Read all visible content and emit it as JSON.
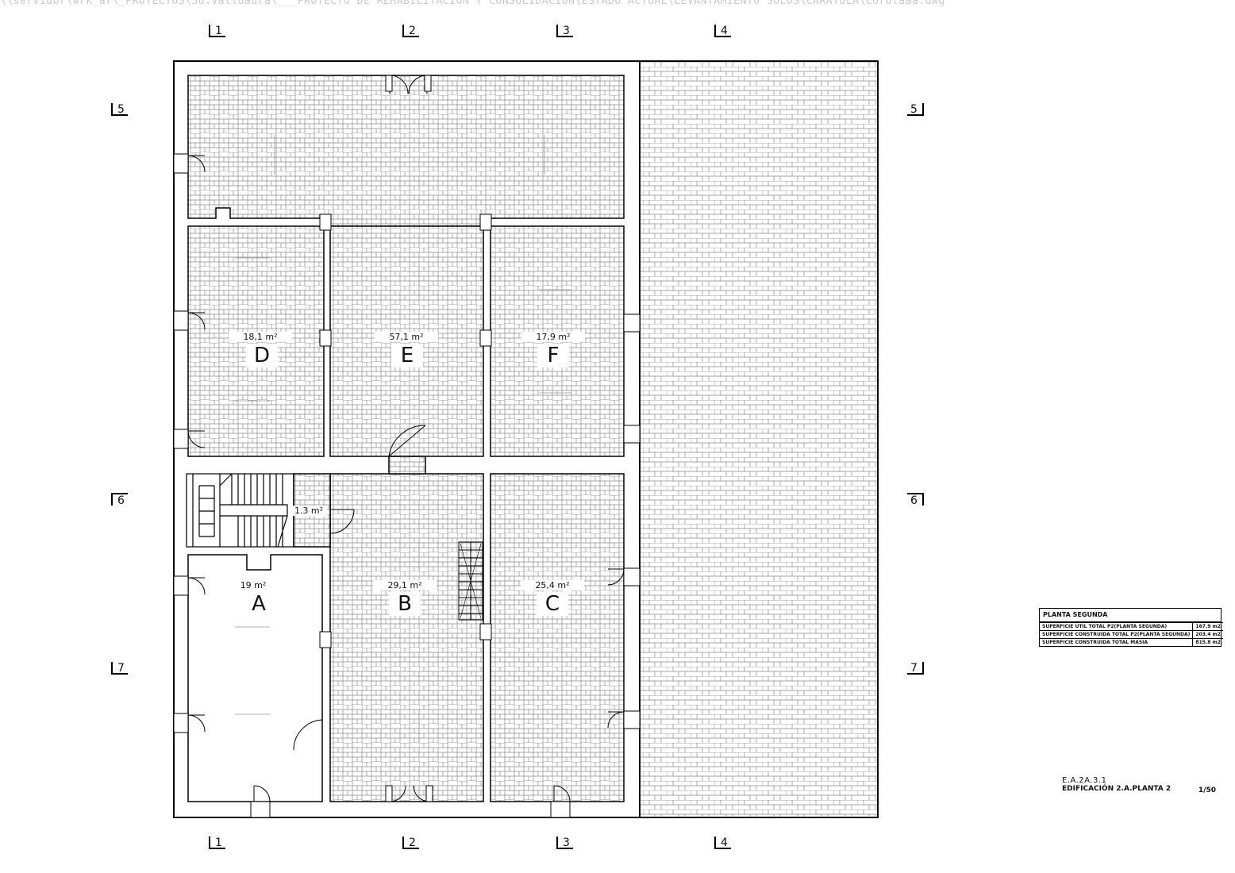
{
  "file_path": "\\\\servidor\\wrk_ar\\_PROYECTOS\\38.Valldaura\\___PROYECTO DE REHABILITACION Y CONSOLIDACION\\ESTADO ACTUAL\\LEVANTAMIENTO SOLOS\\CARATULA\\Corutaaa.dwg",
  "axes": {
    "top": [
      "1",
      "2",
      "3",
      "4"
    ],
    "bottom": [
      "1",
      "2",
      "3",
      "4"
    ],
    "left": [
      "5",
      "6",
      "7"
    ],
    "right": [
      "5",
      "6",
      "7"
    ]
  },
  "rooms": [
    {
      "letter": "A",
      "area": "19 m²"
    },
    {
      "letter": "B",
      "area": "29,1 m²"
    },
    {
      "letter": "C",
      "area": "25,4 m²"
    },
    {
      "letter": "D",
      "area": "18,1 m²"
    },
    {
      "letter": "E",
      "area": "57,1 m²"
    },
    {
      "letter": "F",
      "area": "17,9 m²"
    }
  ],
  "stair_area": "1.3 m²",
  "summary": {
    "title": "PLANTA SEGUNDA",
    "rows": [
      {
        "label": "SUPERFICIE UTIL TOTAL P2(PLANTA SEGUNDA)",
        "value": "167.9 m2"
      },
      {
        "label": "SUPERFICIE CONSTRUIDA TOTAL P2(PLANTA SEGUNDA)",
        "value": "203.4 m2"
      },
      {
        "label": "SUPERFICIE CONSTRUIDA TOTAL MASIA",
        "value": "815.8 m2"
      }
    ]
  },
  "title_block": {
    "code": "E.A.2A.3.1",
    "name": "EDIFICACIÓN 2.A.PLANTA 2",
    "scale": "1/50"
  },
  "colors": {
    "line": "#000000",
    "tile": "#8a8a8a",
    "paper": "#ffffff"
  }
}
